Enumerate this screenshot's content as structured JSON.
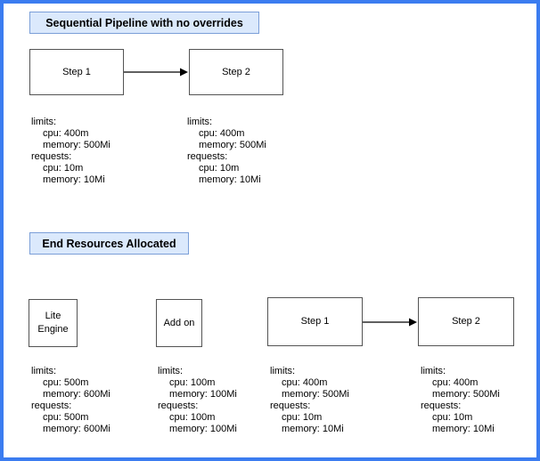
{
  "diagram": {
    "frame_color": "#3b7cf0",
    "title_fill_color": "#dbe9fc",
    "title_border_color": "#7b9fd8",
    "node_border_color": "#545454",
    "sections": [
      {
        "title": "Sequential Pipeline with no overrides",
        "nodes": [
          {
            "label": "Step 1",
            "resources": [
              "limits:",
              "cpu: 400m",
              "memory: 500Mi",
              "requests:",
              "cpu: 10m",
              "memory: 10Mi"
            ]
          },
          {
            "label": "Step 2",
            "resources": [
              "limits:",
              "cpu: 400m",
              "memory: 500Mi",
              "requests:",
              "cpu: 10m",
              "memory: 10Mi"
            ]
          }
        ],
        "edges": [
          {
            "from": "Step 1",
            "to": "Step 2"
          }
        ]
      },
      {
        "title": "End Resources Allocated",
        "nodes": [
          {
            "label": "Lite Engine",
            "resources": [
              "limits:",
              "cpu: 500m",
              "memory: 600Mi",
              "requests:",
              "cpu: 500m",
              "memory: 600Mi"
            ]
          },
          {
            "label": "Add on",
            "resources": [
              "limits:",
              "cpu: 100m",
              "memory: 100Mi",
              "requests:",
              "cpu: 100m",
              "memory: 100Mi"
            ]
          },
          {
            "label": "Step 1",
            "resources": [
              "limits:",
              "cpu: 400m",
              "memory: 500Mi",
              "requests:",
              "cpu: 10m",
              "memory: 10Mi"
            ]
          },
          {
            "label": "Step 2",
            "resources": [
              "limits:",
              "cpu: 400m",
              "memory: 500Mi",
              "requests:",
              "cpu: 10m",
              "memory: 10Mi"
            ]
          }
        ],
        "edges": [
          {
            "from": "Step 1",
            "to": "Step 2"
          }
        ]
      }
    ]
  }
}
